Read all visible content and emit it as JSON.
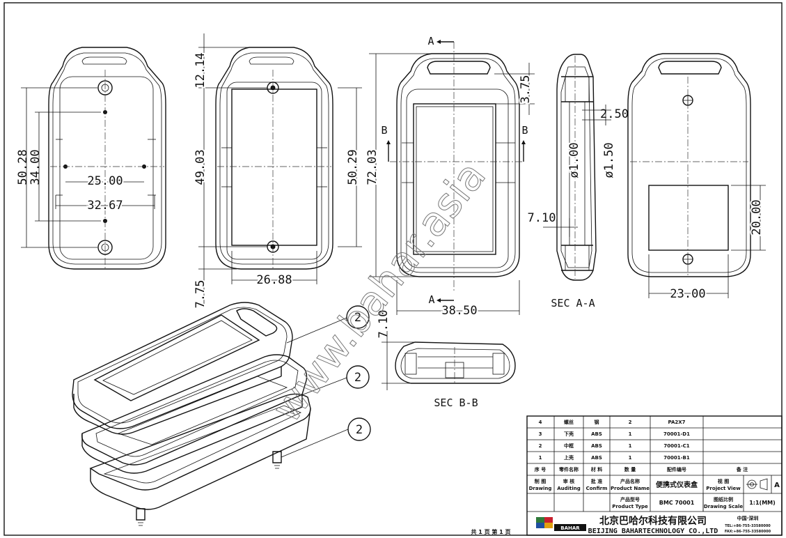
{
  "drawing": {
    "dimensions": {
      "front": {
        "height_holes": "50.28",
        "height_inner": "34.00",
        "w_inner": "25.00",
        "w_outer": "32.67"
      },
      "middle": {
        "top": "12.14",
        "height": "49.03",
        "height_r": "50.29",
        "bottom": "7.75",
        "width": "26.88"
      },
      "assembled": {
        "height": "72.03",
        "top": "3.75",
        "width": "38.50"
      },
      "sec_aa": {
        "d1": "2.50",
        "d2": "ø1.00",
        "d3": "ø1.50",
        "d4": "7.10"
      },
      "rear": {
        "height": "20.00",
        "width": "23.00"
      },
      "sec_bb": {
        "height": "7.10"
      }
    },
    "section_labels": {
      "a_top": "A",
      "a_bottom": "A",
      "b_left": "B",
      "b_right": "B",
      "sec_aa": "SEC A-A",
      "sec_bb": "SEC B-B"
    },
    "balloons": [
      "2",
      "2",
      "2"
    ],
    "watermark": "www.bahar.asia"
  },
  "title_block": {
    "parts": [
      {
        "no": "4",
        "name": "螺丝",
        "material": "钢",
        "qty": "2",
        "code": "PA2X7"
      },
      {
        "no": "3",
        "name": "下壳",
        "material": "ABS",
        "qty": "1",
        "code": "70001-D1"
      },
      {
        "no": "2",
        "name": "中框",
        "material": "ABS",
        "qty": "1",
        "code": "70001-C1"
      },
      {
        "no": "1",
        "name": "上壳",
        "material": "ABS",
        "qty": "1",
        "code": "70001-B1"
      }
    ],
    "headers": {
      "no": "序 号",
      "name": "零件名称",
      "material": "材 料",
      "qty": "数 量",
      "code": "配件编号",
      "remark": "备 注"
    },
    "drawn_cn": "制 图",
    "drawn_en": "Drawing",
    "audit_cn": "审 核",
    "audit_en": "Auditing",
    "confirm_cn": "批 准",
    "confirm_en": "Confirm",
    "product_name_cn": "产品名称",
    "product_name_en": "Product Name",
    "product_name": "便携式仪表盒",
    "view_cn": "视 图",
    "view_en": "Project View",
    "view_letter": "A",
    "product_type_cn": "产品型号",
    "product_type_en": "Product Type",
    "product_type": "BMC 70001",
    "scale_cn": "图纸比例",
    "scale_en": "Drawing Scale",
    "scale": "1:1(MM)",
    "sheets": "共 1 页  第 1 页",
    "company_cn": "北京巴哈尔科技有限公司",
    "company_en": "BEIJING BAHARTECHNOLOGY CO.,LTD",
    "logo": "BAHAR",
    "location": "中国·深圳",
    "tel": "TEL:+86-755-33580000",
    "fax": "FAX:+86-755-33580000"
  }
}
